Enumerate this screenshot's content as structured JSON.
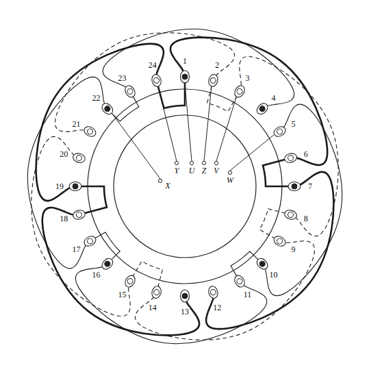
{
  "diagram": {
    "labels": [
      "1",
      "2",
      "3",
      "4",
      "5",
      "6",
      "7",
      "8",
      "9",
      "10",
      "11",
      "12",
      "13",
      "14",
      "15",
      "16",
      "17",
      "18",
      "19",
      "20",
      "21",
      "22",
      "23",
      "24",
      "Y",
      "U",
      "Z",
      "V",
      "W",
      "X"
    ]
  }
}
